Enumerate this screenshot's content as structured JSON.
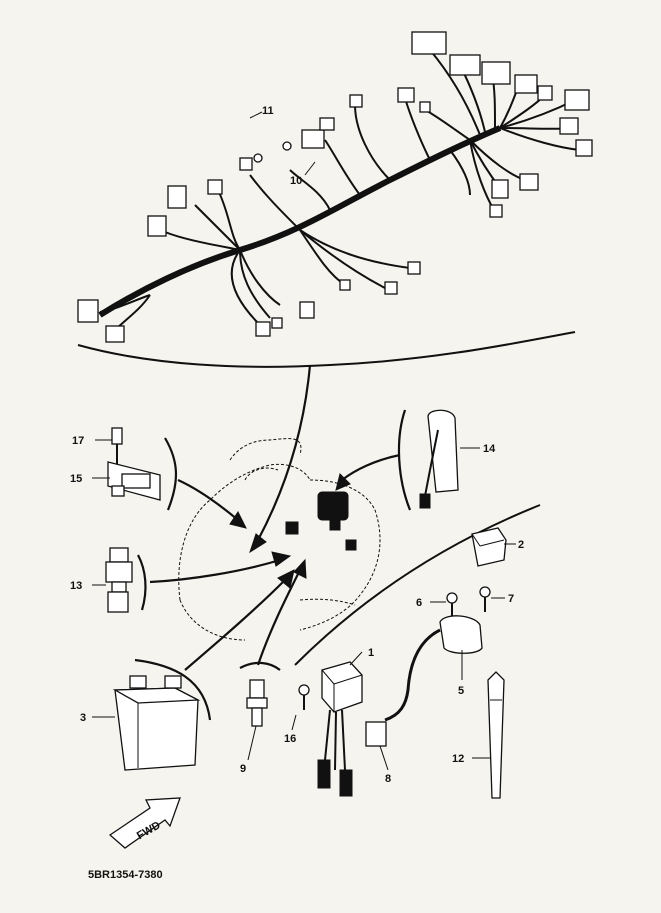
{
  "diagram": {
    "callouts": [
      {
        "id": "1",
        "text": "1"
      },
      {
        "id": "2",
        "text": "2"
      },
      {
        "id": "3",
        "text": "3"
      },
      {
        "id": "5",
        "text": "5"
      },
      {
        "id": "6",
        "text": "6"
      },
      {
        "id": "7",
        "text": "7"
      },
      {
        "id": "8",
        "text": "8"
      },
      {
        "id": "9",
        "text": "9"
      },
      {
        "id": "10",
        "text": "10"
      },
      {
        "id": "11",
        "text": "11"
      },
      {
        "id": "12",
        "text": "12"
      },
      {
        "id": "13",
        "text": "13"
      },
      {
        "id": "14",
        "text": "14"
      },
      {
        "id": "15",
        "text": "15"
      },
      {
        "id": "16",
        "text": "16"
      },
      {
        "id": "17",
        "text": "17"
      }
    ],
    "direction_badge": "FWD",
    "drawing_code": "5BR1354-7380"
  }
}
